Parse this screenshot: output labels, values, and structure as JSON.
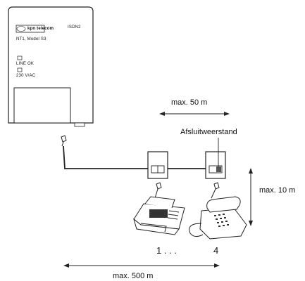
{
  "device": {
    "brand": "kpn telecom",
    "model_tag": "ISDN2",
    "model_name": "NT1, Model S3",
    "led1_label": "LINE OK",
    "led2_label": "230 V/AC"
  },
  "labels": {
    "max_50": "max. 50 m",
    "terminator": "Afsluitweerstand",
    "max_10": "max. 10 m",
    "device_range": "1 . . .",
    "device_last": "4",
    "max_500": "max. 500 m"
  }
}
